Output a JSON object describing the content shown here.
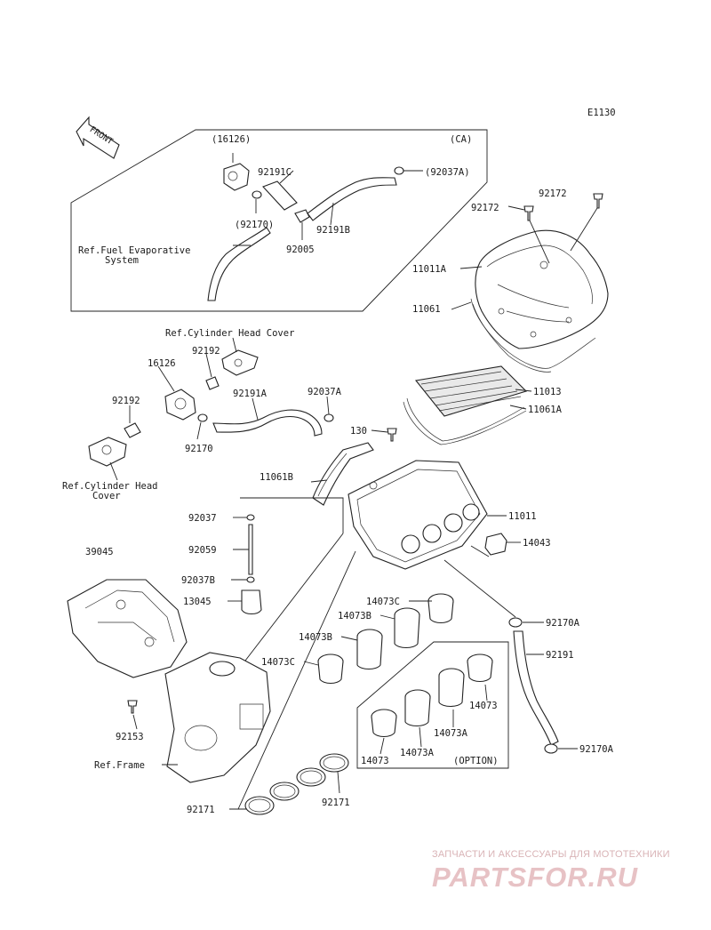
{
  "diagram_code": "E1130",
  "front_label": "FRONT",
  "callouts": {
    "p16126_ca": "(16126)",
    "ca": "(CA)",
    "p92191C": "92191C",
    "p92037A_ca": "(92037A)",
    "p92170_ca": "(92170)",
    "p92191B": "92191B",
    "p92005": "92005",
    "ref_fuel_1": "Ref.Fuel Evaporative",
    "ref_fuel_2": "System",
    "p92172_a": "92172",
    "p92172_b": "92172",
    "p11011A": "11011A",
    "p11061": "11061",
    "ref_cyl_head_top": "Ref.Cylinder Head Cover",
    "p92192_a": "92192",
    "p16126": "16126",
    "p92192_b": "92192",
    "p92191A": "92191A",
    "p92037A": "92037A",
    "p92170": "92170",
    "p11013": "11013",
    "p11061A": "11061A",
    "p130": "130",
    "ref_cyl_head_1": "Ref.Cylinder Head",
    "ref_cyl_head_2": "Cover",
    "p11061B": "11061B",
    "p92037": "92037",
    "p11011": "11011",
    "p92059": "92059",
    "p14043": "14043",
    "p39045": "39045",
    "p92037B": "92037B",
    "p13045": "13045",
    "p14073C_a": "14073C",
    "p14073B_a": "14073B",
    "p92170A_a": "92170A",
    "p14073B_b": "14073B",
    "p92191": "92191",
    "p14073C_b": "14073C",
    "p14073": "14073",
    "p92153": "92153",
    "p14073A_a": "14073A",
    "p14073_opt": "14073",
    "p14073A_b": "14073A",
    "option": "(OPTION)",
    "p92170A_b": "92170A",
    "ref_frame": "Ref.Frame",
    "p92171_a": "92171",
    "p92171_b": "92171"
  },
  "watermark": {
    "tagline": "ЗАПЧАСТИ И АКСЕССУАРЫ ДЛЯ МОТОТЕХНИКИ",
    "brand": "PARTSFOR.RU"
  }
}
